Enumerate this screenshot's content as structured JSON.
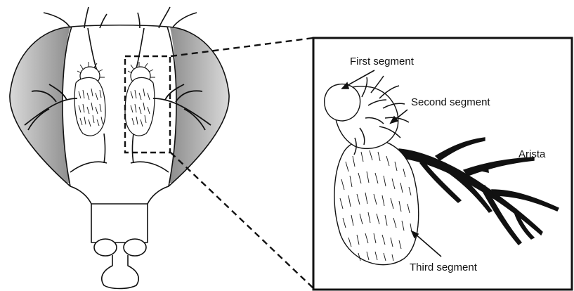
{
  "labels": {
    "first_segment": "First segment",
    "second_segment": "Second segment",
    "arista": "Arista",
    "third_segment": "Third segment"
  },
  "colors": {
    "line": "#111111",
    "eye_shade": "#9a9a9a",
    "eye_light": "#e4e4e4",
    "background": "#ffffff"
  }
}
